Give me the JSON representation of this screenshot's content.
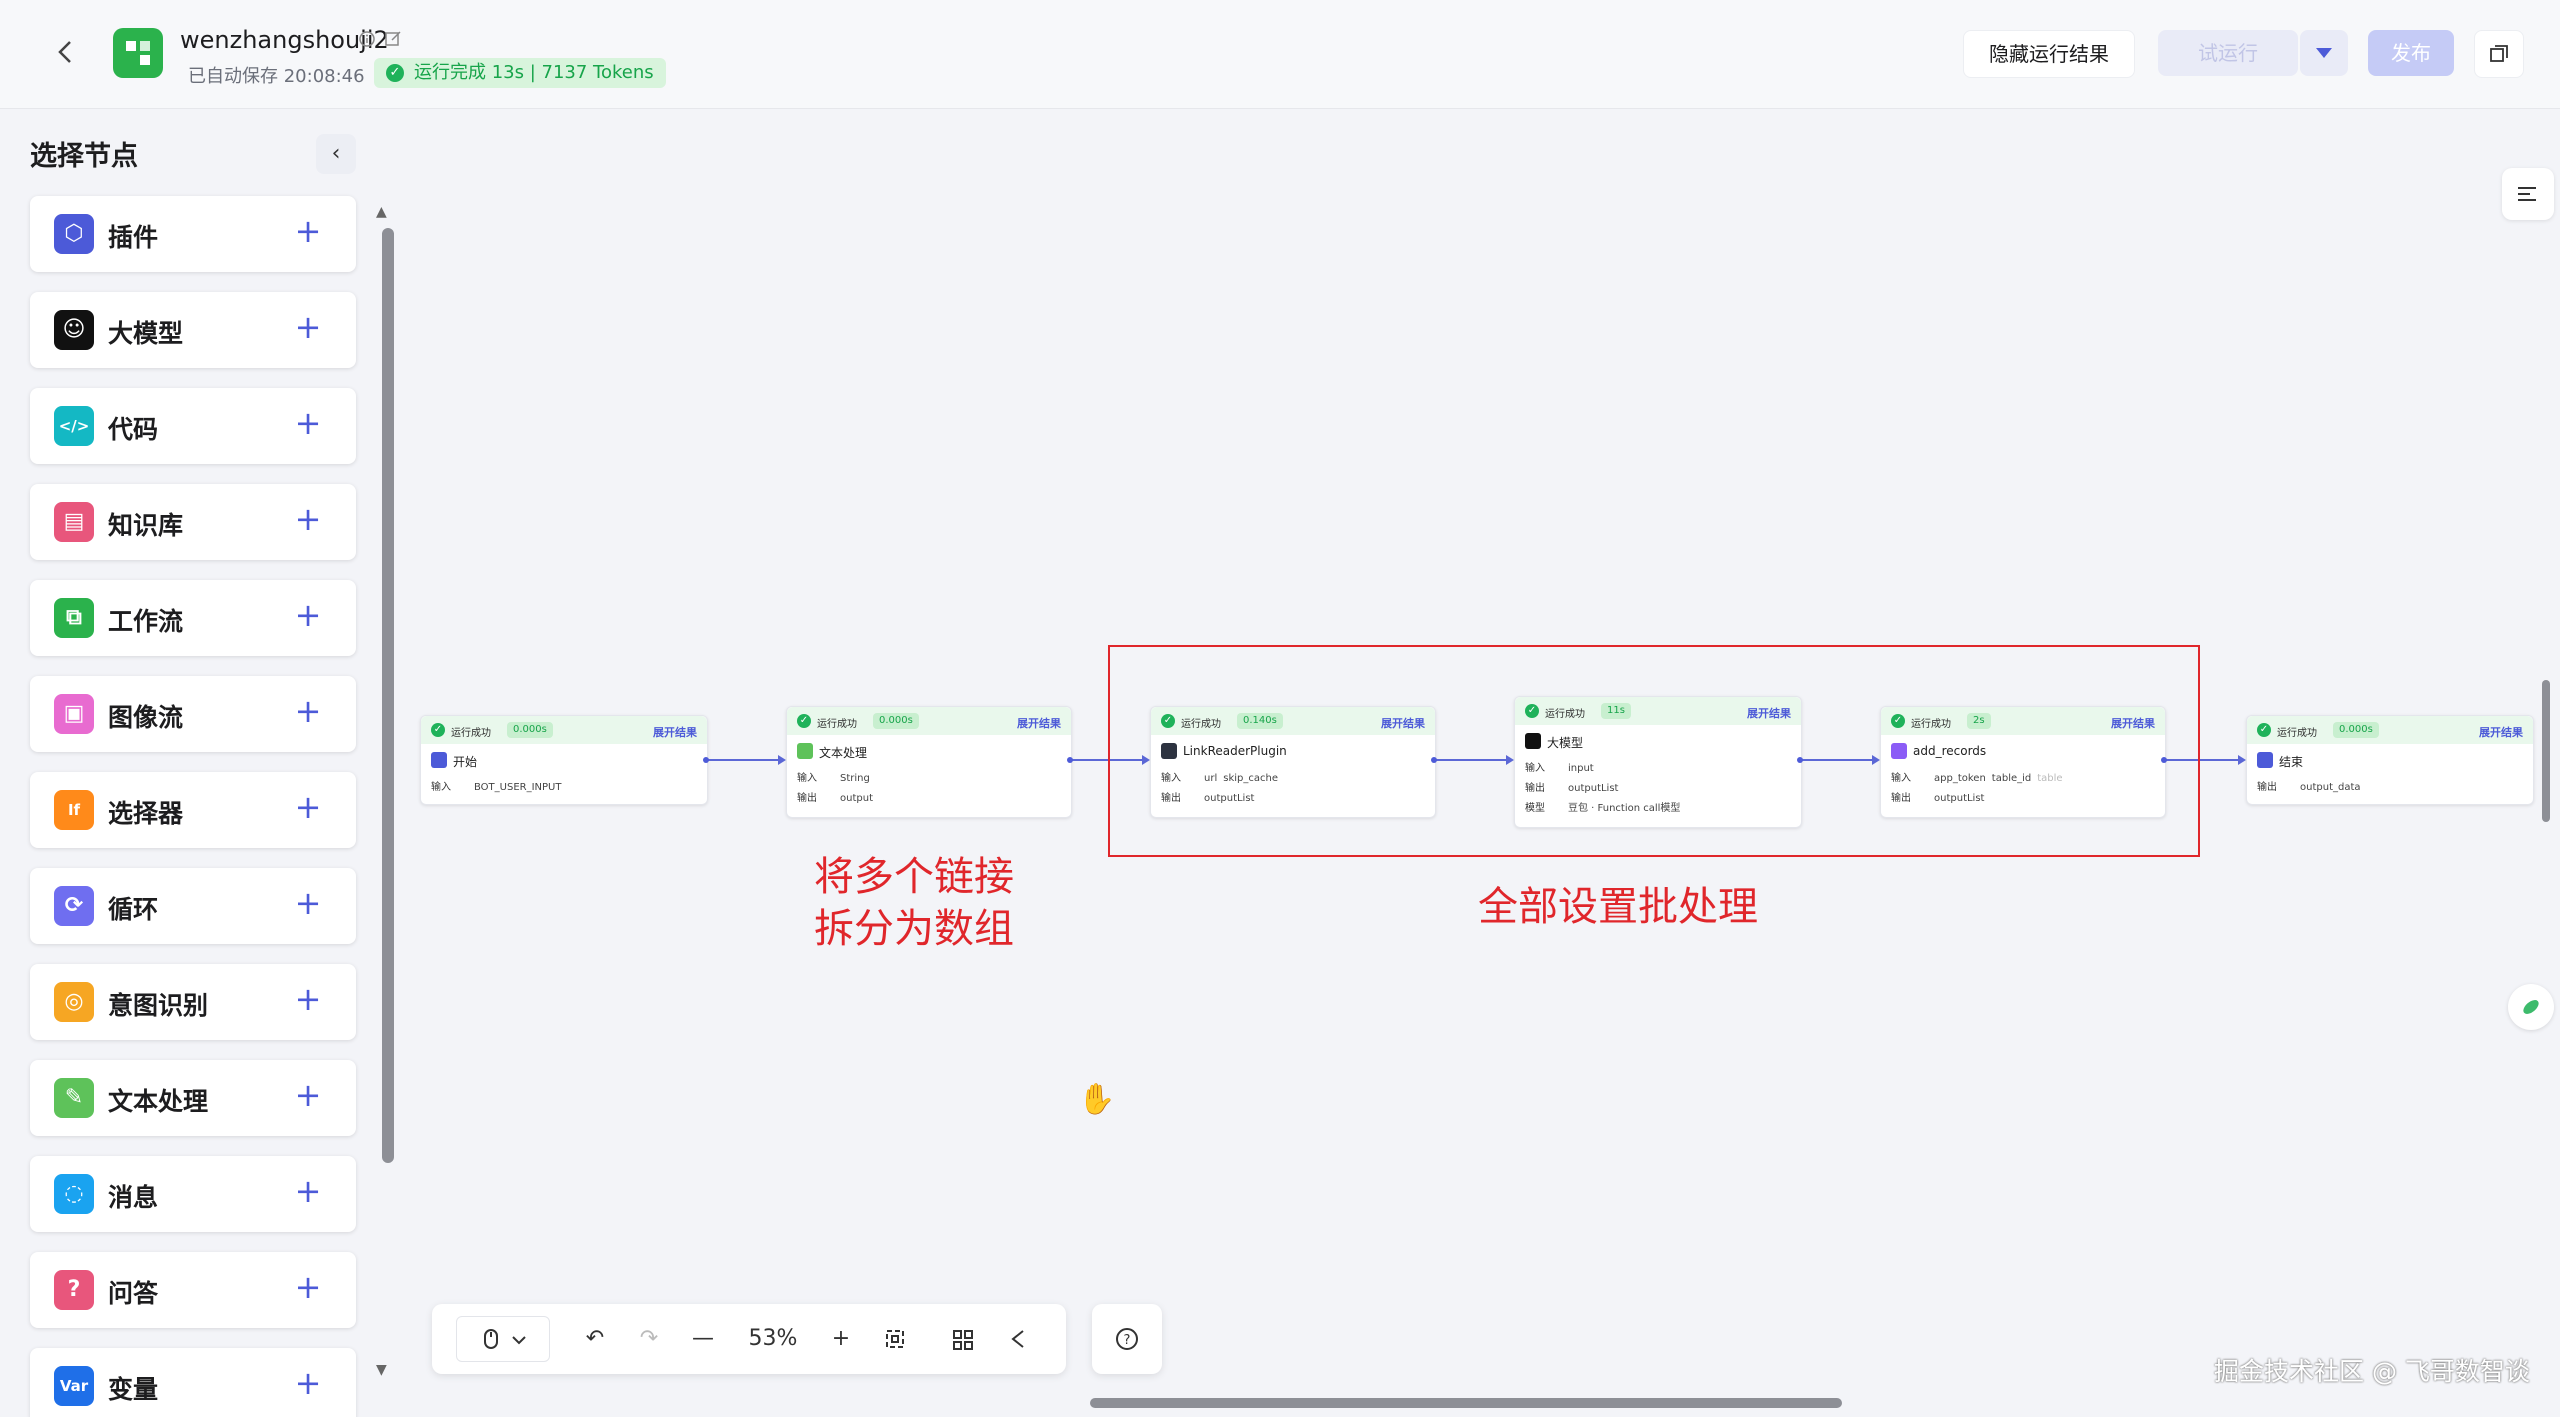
{
  "header": {
    "title": "wenzhangshouji2",
    "saved": "已自动保存 20:08:46",
    "run_status": "运行完成 13s | 7137 Tokens",
    "hide_results": "隐藏运行结果",
    "try_run": "试运行",
    "publish": "发布"
  },
  "sidebar": {
    "title": "选择节点",
    "items": [
      {
        "label": "插件",
        "icon": "cube-icon",
        "color": "#4c5ad8"
      },
      {
        "label": "大模型",
        "icon": "llm-face-icon",
        "color": "#111111"
      },
      {
        "label": "代码",
        "icon": "code-icon",
        "color": "#14b8c4"
      },
      {
        "label": "知识库",
        "icon": "knowledge-icon",
        "color": "#e8567c"
      },
      {
        "label": "工作流",
        "icon": "workflow-icon",
        "color": "#2bb24c"
      },
      {
        "label": "图像流",
        "icon": "image-flow-icon",
        "color": "#e86bd0"
      },
      {
        "label": "选择器",
        "icon": "if-icon",
        "color": "#ff8a1a"
      },
      {
        "label": "循环",
        "icon": "loop-icon",
        "color": "#6f6ef0"
      },
      {
        "label": "意图识别",
        "icon": "intent-icon",
        "color": "#f6a623"
      },
      {
        "label": "文本处理",
        "icon": "text-process-icon",
        "color": "#5ec25a"
      },
      {
        "label": "消息",
        "icon": "message-icon",
        "color": "#1aa3f0"
      },
      {
        "label": "问答",
        "icon": "qa-icon",
        "color": "#e8567c"
      },
      {
        "label": "变量",
        "icon": "var-icon",
        "color": "#1f6fe8"
      }
    ]
  },
  "nodes": {
    "common": {
      "status": "运行成功",
      "expand": "展开结果",
      "input_label": "输入",
      "output_label": "输出",
      "model_label": "模型"
    },
    "start": {
      "time": "0.000s",
      "name": "开始",
      "inputs": [
        "BOT_USER_INPUT"
      ]
    },
    "text": {
      "time": "0.000s",
      "name": "文本处理",
      "inputs": [
        "String"
      ],
      "outputs": [
        "output"
      ]
    },
    "link": {
      "time": "0.140s",
      "name": "LinkReaderPlugin",
      "inputs": [
        "url",
        "skip_cache"
      ],
      "outputs": [
        "outputList"
      ]
    },
    "llm": {
      "time": "11s",
      "name": "大模型",
      "inputs": [
        "input"
      ],
      "outputs": [
        "outputList"
      ],
      "model": "豆包 · Function call模型"
    },
    "add": {
      "time": "2s",
      "name": "add_records",
      "inputs": [
        "app_token",
        "table_id",
        "table"
      ],
      "outputs": [
        "outputList"
      ]
    },
    "end": {
      "time": "0.000s",
      "name": "结束",
      "outputs": [
        "output_data"
      ]
    }
  },
  "annotations": {
    "split_line1": "将多个链接",
    "split_line2": "拆分为数组",
    "batch": "全部设置批处理"
  },
  "toolbar": {
    "zoom": "53%"
  },
  "watermark": "掘金技术社区 @ 飞哥数智谈"
}
